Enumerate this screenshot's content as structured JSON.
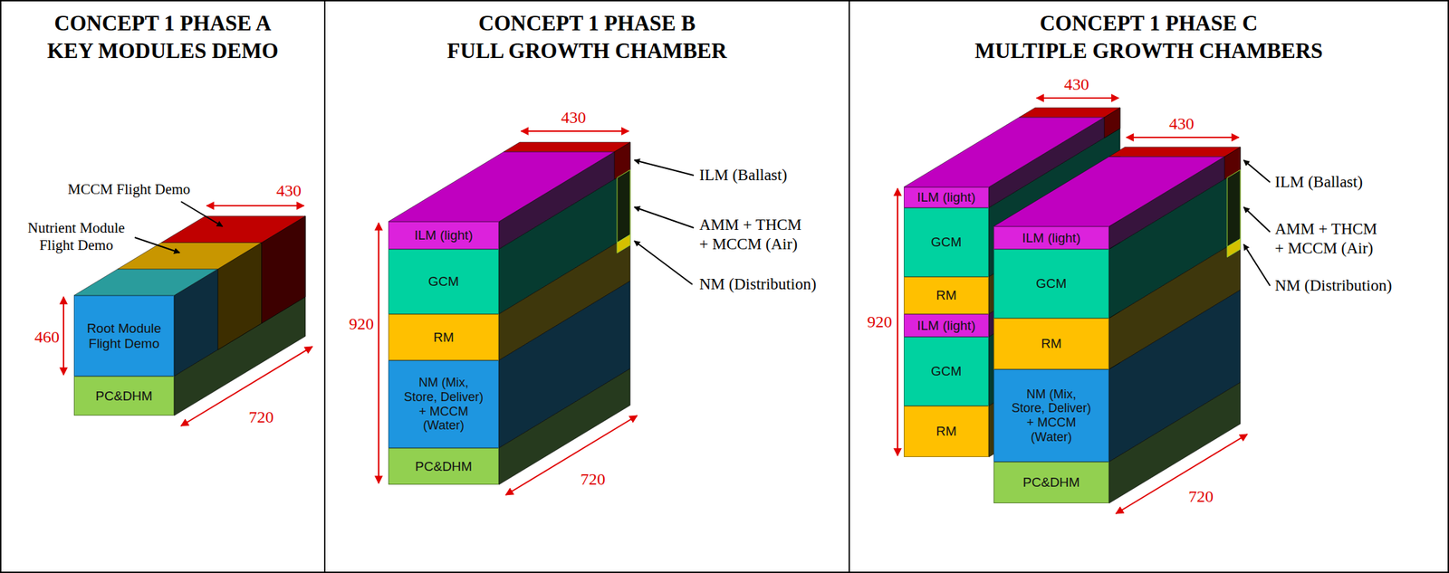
{
  "diagram": {
    "nodes": [
      {
        "text": [
          "CONCEPT 1 PHASE A KEY MODULES DEMO"
        ]
      },
      {
        "text": [
          "Root Module Flight Demo"
        ],
        "in": 0
      },
      {
        "text": [
          "PC&DHM"
        ],
        "in": 0
      },
      {
        "text": [
          "CONCEPT 1 PHASE B FULL GROWTH CHAMBER"
        ]
      },
      {
        "text": [
          "ILM (light)"
        ],
        "in": 3
      },
      {
        "text": [
          "GCM"
        ],
        "in": 3
      },
      {
        "text": [
          "RM"
        ],
        "in": 3
      },
      {
        "text": [
          "NM (Mix, Store, Deliver) + MCCM (Water)"
        ],
        "in": 3
      },
      {
        "text": [
          "PC&DHM"
        ],
        "in": 3
      },
      {
        "text": [
          "CONCEPT 1 PHASE C MULTIPLE GROWTH CHAMBERS"
        ]
      },
      {
        "text": [
          "ILM (light)"
        ],
        "in": 9
      },
      {
        "text": [
          "GCM"
        ],
        "in": 9
      },
      {
        "text": [
          "RM"
        ],
        "in": 9
      },
      {
        "text": [
          "ILM (light)"
        ],
        "in": 9
      },
      {
        "text": [
          "GCM"
        ],
        "in": 9
      },
      {
        "text": [
          "RM"
        ],
        "in": 9
      },
      {
        "text": [
          "ILM (light)"
        ],
        "in": 9
      },
      {
        "text": [
          "GCM"
        ],
        "in": 9
      },
      {
        "text": [
          "RM"
        ],
        "in": 9
      },
      {
        "text": [
          "NM (Mix, Store, Deliver) + MCCM (Water)"
        ],
        "in": 9
      },
      {
        "text": [
          "PC&DHM"
        ],
        "in": 9
      }
    ],
    "labels": [
      "MCCM Flight Demo",
      "Nutrient Module Flight Demo",
      "430",
      "460",
      "720",
      "ILM (Ballast)",
      "AMM + THCM + MCCM (Air)",
      "NM (Distribution)",
      "430",
      "920",
      "720",
      "430",
      "430",
      "ILM (Ballast)",
      "AMM + THCM + MCCM (Air)",
      "NM (Distribution)",
      "920",
      "720"
    ]
  }
}
